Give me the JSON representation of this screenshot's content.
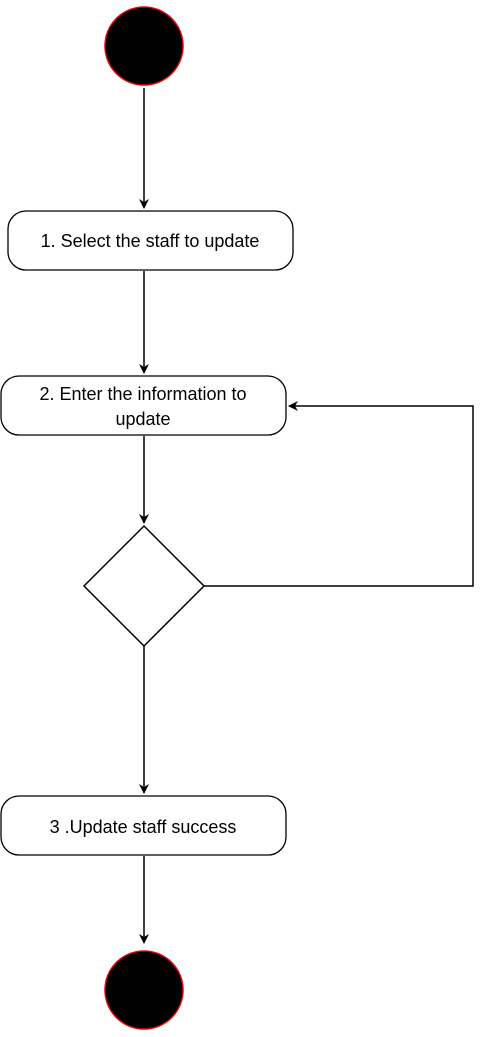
{
  "diagram": {
    "type": "activity-diagram",
    "start_node": {
      "kind": "initial",
      "fill": "#000000",
      "stroke": "#e00000"
    },
    "end_node": {
      "kind": "final",
      "fill": "#000000",
      "stroke": "#e00000"
    },
    "steps": [
      {
        "id": "step1",
        "lines": [
          "1. Select the staff to update"
        ]
      },
      {
        "id": "step2",
        "lines": [
          "2. Enter the information to",
          "update"
        ]
      },
      {
        "id": "step3",
        "lines": [
          "3 .Update staff success"
        ]
      }
    ],
    "decision": {
      "kind": "decision"
    },
    "edges": [
      {
        "from": "start",
        "to": "step1"
      },
      {
        "from": "step1",
        "to": "step2"
      },
      {
        "from": "step2",
        "to": "decision"
      },
      {
        "from": "decision",
        "to": "step2",
        "kind": "loop-back"
      },
      {
        "from": "decision",
        "to": "step3"
      },
      {
        "from": "step3",
        "to": "end"
      }
    ]
  }
}
